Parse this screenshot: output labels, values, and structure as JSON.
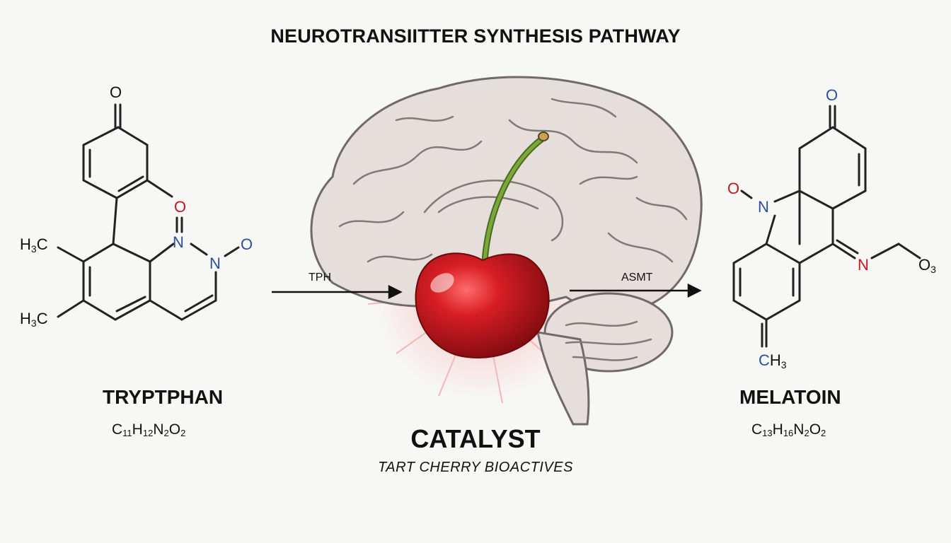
{
  "title": "NEUROTRANSIITTER SYNTHESIS PATHWAY",
  "left_molecule": {
    "name": "TRYPTPHAN",
    "formula": {
      "c": "11",
      "h": "12",
      "n": "2",
      "o": "2"
    },
    "atoms": {
      "o_top": "O",
      "o_ring": "O",
      "n_ring": "N",
      "n_oxide": "N",
      "o_oxide": "O",
      "methyl": "H3C"
    }
  },
  "right_molecule": {
    "name": "MELATOIN",
    "formula": {
      "c": "13",
      "h": "16",
      "n": "2",
      "o": "2"
    },
    "atoms": {
      "o_top": "O",
      "o_left": "O",
      "n_ring": "N",
      "n_imine": "N",
      "o3": "O3",
      "ch3": "CH3"
    }
  },
  "enzymes": {
    "left": "TPH",
    "right": "ASMT"
  },
  "center": {
    "label": "CATALYST",
    "sublabel": "TART CHERRY BIOACTIVES"
  },
  "colors": {
    "oxygen": "#c4161c",
    "nitrogen": "#2b4fa0",
    "cherry": "#c8141c",
    "stem": "#7aa83a",
    "brain": "#e6dedb"
  }
}
